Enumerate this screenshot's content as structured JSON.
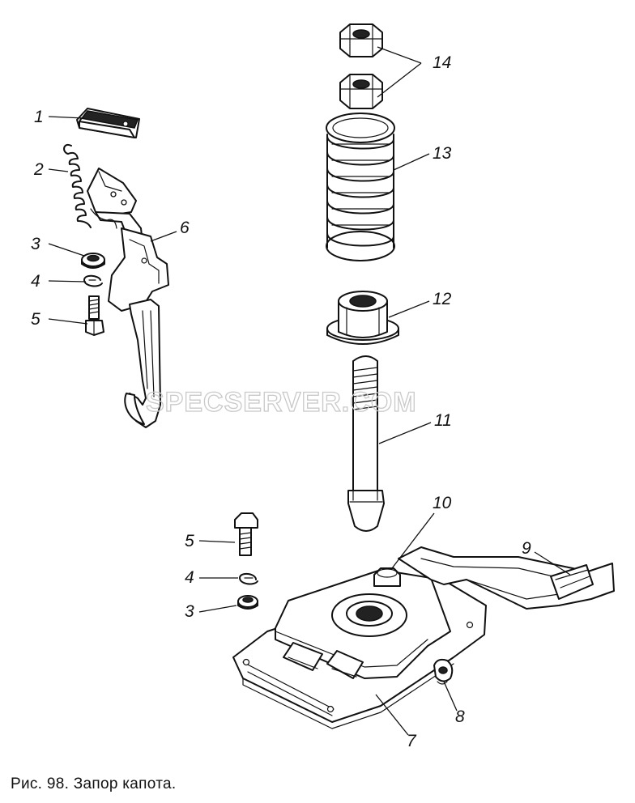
{
  "watermark": "SPECSERVER.COM",
  "caption": "Рис. 98. Запор капота.",
  "part_labels": {
    "p1": "1",
    "p2": "2",
    "p3a": "3",
    "p4a": "4",
    "p5a": "5",
    "p6": "6",
    "p7": "7",
    "p8": "8",
    "p9": "9",
    "p10": "10",
    "p11": "11",
    "p12": "12",
    "p13": "13",
    "p14": "14",
    "p3b": "3",
    "p4b": "4",
    "p5b": "5"
  },
  "parts": [
    "plate-1",
    "spring-2",
    "washer-3",
    "lock-washer-4",
    "bolt-5",
    "hook-6",
    "base-plate-7",
    "spring-clip-8",
    "lever-9",
    "nut-10",
    "pin-11",
    "bushing-12",
    "coil-spring-13",
    "nuts-14"
  ]
}
